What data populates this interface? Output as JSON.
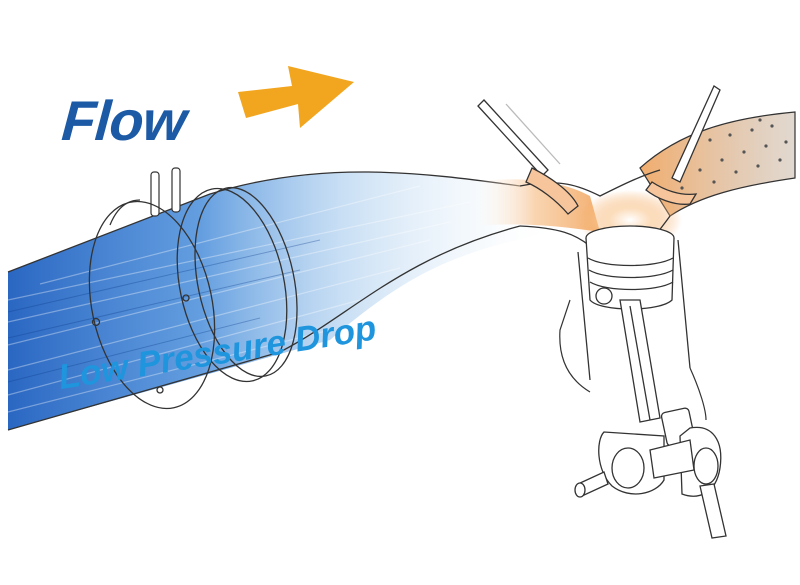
{
  "labels": {
    "flow": "Flow",
    "pressure": "Low Pressure Drop"
  },
  "colors": {
    "flow_text": "#1c5aa6",
    "pressure_text": "#1e95dd",
    "arrow": "#f2a51e",
    "air_stream": "#1f63c2",
    "heat_glow": "#f5a65a",
    "outline": "#333333"
  },
  "icons": [
    "flow-arrow-icon",
    "intake-pipe",
    "filter-flange",
    "engine-valve",
    "piston",
    "connecting-rod",
    "crankshaft"
  ]
}
